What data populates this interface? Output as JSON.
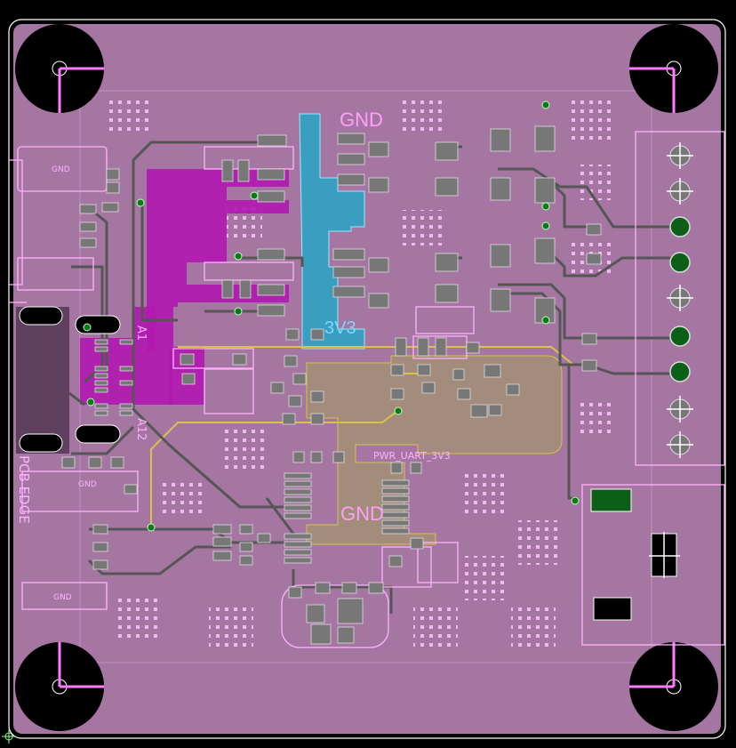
{
  "board": {
    "colors": {
      "background": "#000000",
      "board_fill": "#a676a3",
      "outline": "#ffffff",
      "pour_gnd": "#a866a6",
      "pour_magenta": "#b218b0",
      "pour_3v3": "#3a9ec0",
      "pour_tan": "#a48c7c",
      "trace_gray": "#555555",
      "trace_yellow": "#d9c24a",
      "via_green": "#0b7a1b",
      "silkscreen": "#ffb3ff",
      "pad_gray": "#777777"
    },
    "labels": {
      "gnd_top": "GND",
      "gnd_bottom": "GND",
      "net_3v3": "3V3",
      "pwr_uart": "PWR_UART_3V3",
      "pcb_edge": "PCB EDGE",
      "a1": "A1",
      "a12": "A12",
      "gnd_small": "GND"
    },
    "icons": {
      "mounting_hole": "mounting-hole-icon",
      "via": "via-icon",
      "origin_marker": "origin-crosshair-icon"
    }
  }
}
